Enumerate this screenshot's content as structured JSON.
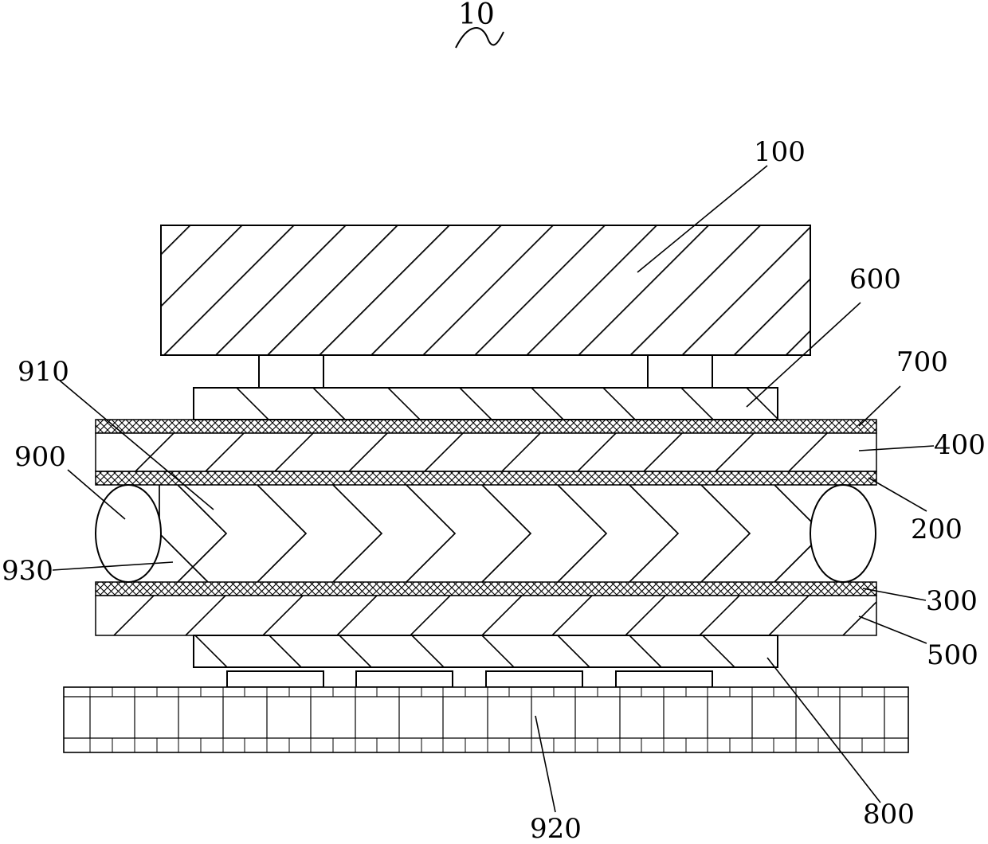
{
  "figure": {
    "number": "10"
  },
  "labels": {
    "l100": "100",
    "l600": "600",
    "l700": "700",
    "l910": "910",
    "l400": "400",
    "l900": "900",
    "l200": "200",
    "l930": "930",
    "l300": "300",
    "l500": "500",
    "l800": "800",
    "l920": "920"
  },
  "colors": {
    "line": "#000000",
    "background": "#ffffff"
  }
}
